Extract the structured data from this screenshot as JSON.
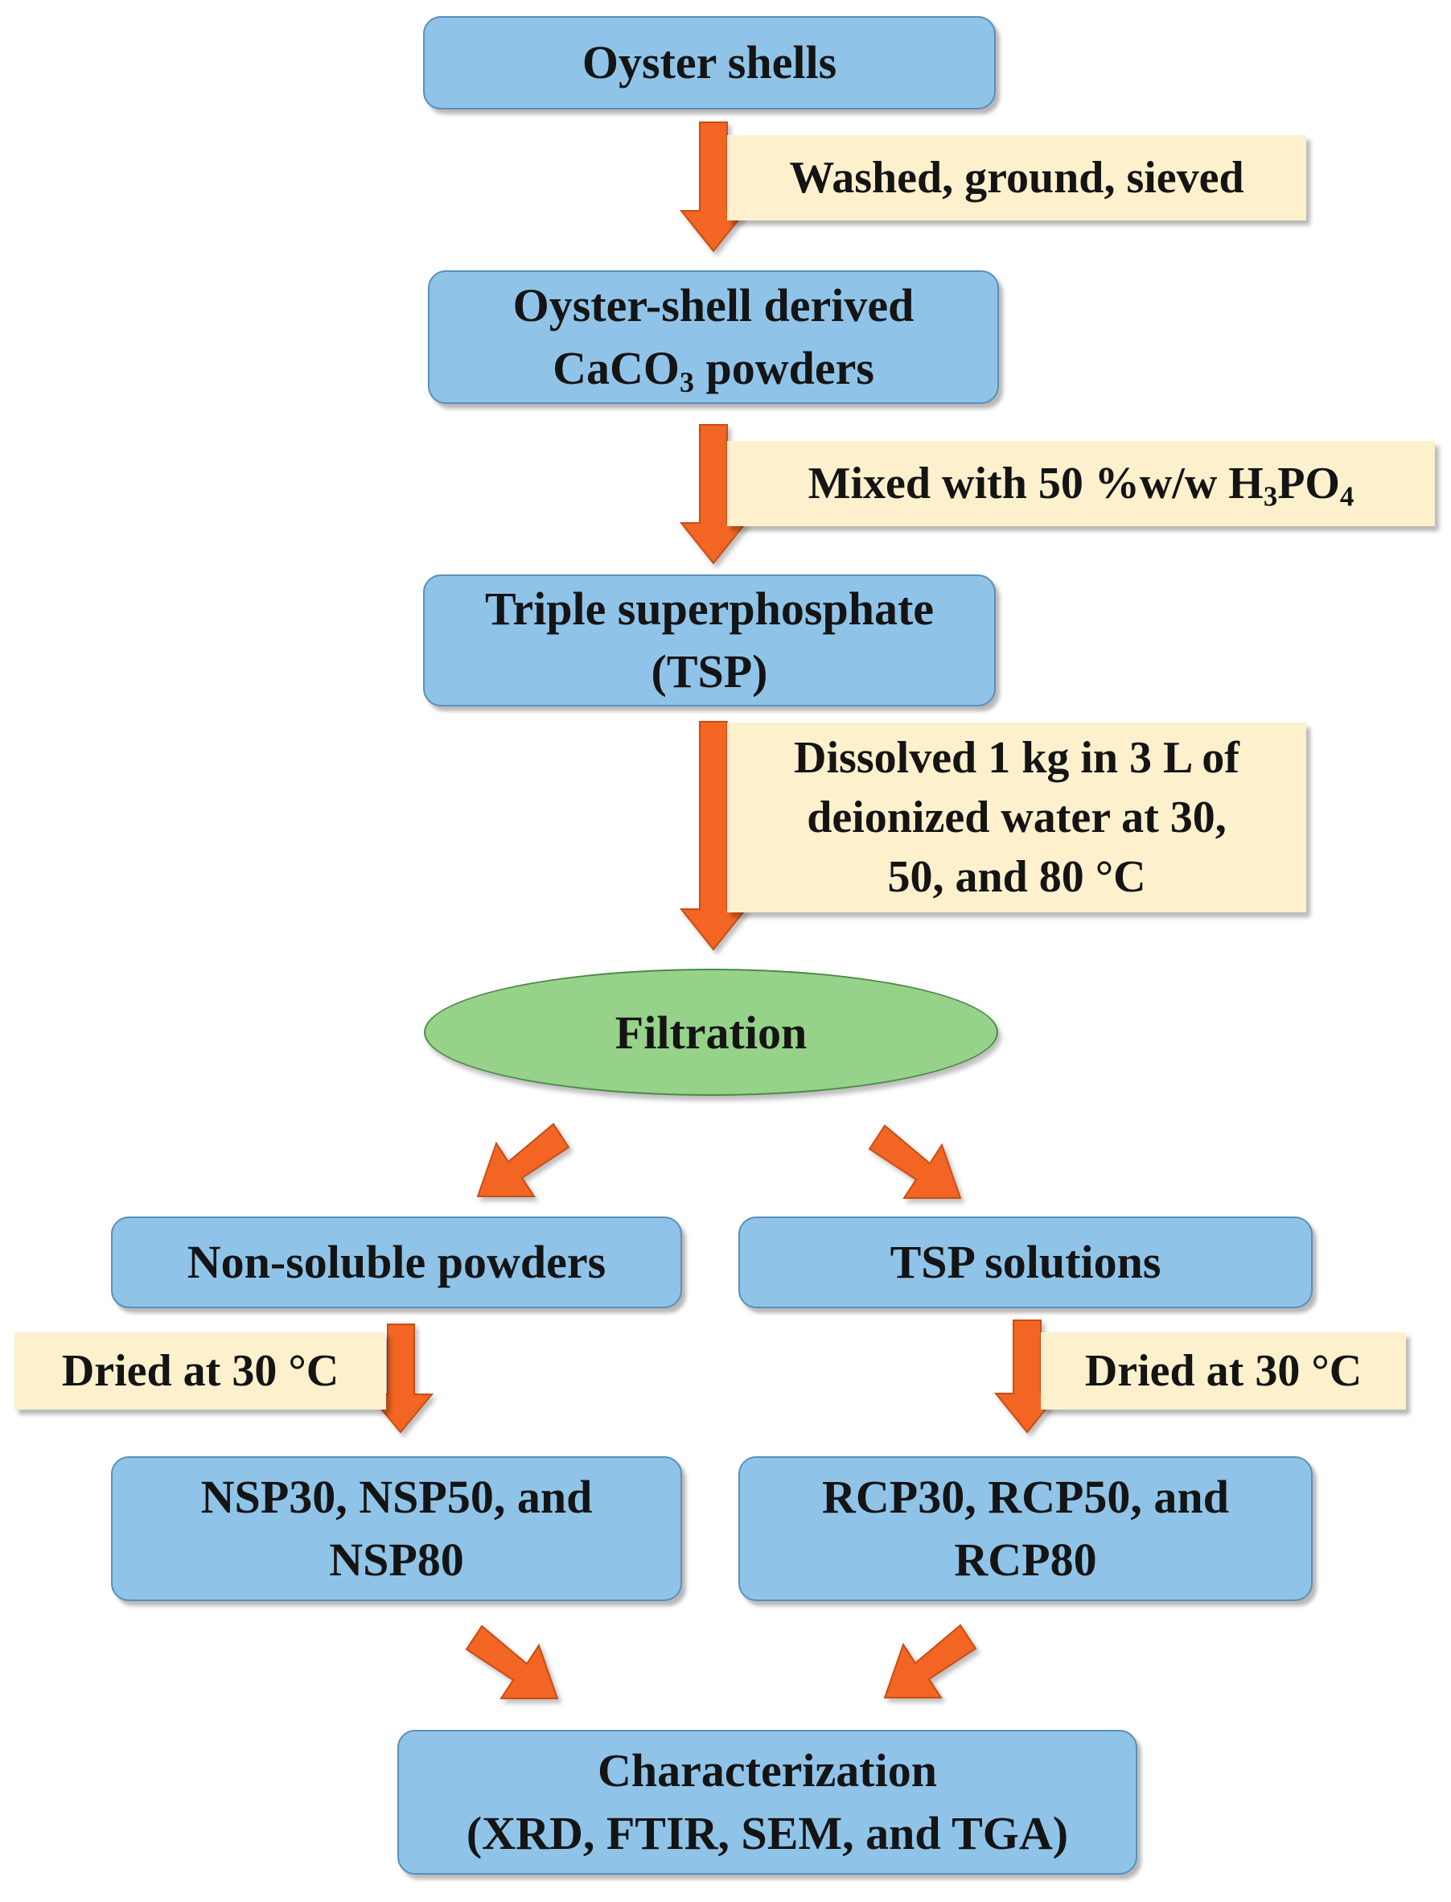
{
  "nodes": {
    "oyster_shells": "Oyster shells",
    "caco3_powders": {
      "line1": "Oyster-shell derived",
      "line2_pre": "CaCO",
      "line2_sub": "3",
      "line2_post": " powders"
    },
    "tsp": {
      "line1": "Triple superphosphate",
      "line2": "(TSP)"
    },
    "filtration": "Filtration",
    "non_soluble_powders": "Non-soluble powders",
    "tsp_solutions": "TSP solutions",
    "nsp_products": {
      "line1": "NSP30, NSP50, and",
      "line2": "NSP80"
    },
    "rcp_products": {
      "line1": "RCP30, RCP50, and",
      "line2": "RCP80"
    },
    "characterization": {
      "line1": "Characterization",
      "line2": "(XRD, FTIR, SEM, and TGA)"
    }
  },
  "steps": {
    "wash": "Washed, ground, sieved",
    "mix": {
      "pre": "Mixed with 50 %w/w H",
      "sub1": "3",
      "mid": "PO",
      "sub2": "4"
    },
    "dissolve": {
      "line1": "Dissolved 1 kg in 3 L of",
      "line2": "deionized water at 30,",
      "line3": "50, and 80 °C"
    },
    "dry_left": "Dried at 30 °C",
    "dry_right": "Dried at 30 °C"
  },
  "colors": {
    "process_box": "#8fc4e8",
    "process_border": "#5b8fb8",
    "filtration_ellipse": "#96d28a",
    "step_note": "#fdf0cd",
    "arrow": "#f26522"
  }
}
